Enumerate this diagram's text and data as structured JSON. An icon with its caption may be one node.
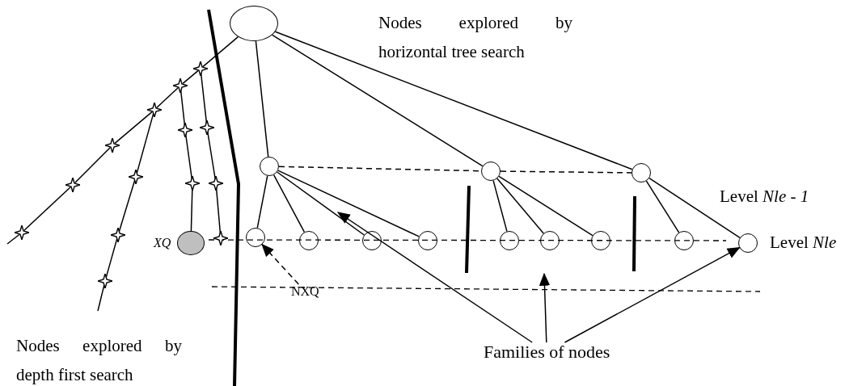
{
  "diagram": {
    "nodes": [
      {
        "text": [],
        "shape": "ellipse"
      },
      {
        "text": [],
        "shape": "circle"
      },
      {
        "text": [],
        "shape": "circle"
      },
      {
        "text": [],
        "shape": "circle"
      },
      {
        "text": [],
        "shape": "circle"
      },
      {
        "text": [],
        "shape": "circle"
      },
      {
        "text": [],
        "shape": "circle"
      },
      {
        "text": [],
        "shape": "circle"
      },
      {
        "text": [],
        "shape": "circle"
      },
      {
        "text": [],
        "shape": "circle"
      },
      {
        "text": [],
        "shape": "circle"
      },
      {
        "text": [],
        "shape": "circle"
      },
      {
        "text": [],
        "shape": "circle"
      },
      {
        "text": [],
        "shape": "star"
      },
      {
        "text": [],
        "shape": "star"
      },
      {
        "text": [],
        "shape": "star"
      },
      {
        "text": [],
        "shape": "star"
      },
      {
        "text": [],
        "shape": "star"
      },
      {
        "text": [],
        "shape": "star"
      },
      {
        "text": [],
        "shape": "star"
      },
      {
        "text": [],
        "shape": "star"
      },
      {
        "text": [],
        "shape": "star"
      },
      {
        "text": [],
        "shape": "star"
      },
      {
        "text": [],
        "shape": "star"
      },
      {
        "text": [],
        "shape": "circle",
        "beside": [
          "XQ"
        ]
      },
      {
        "text": [],
        "shape": "star"
      },
      {
        "text": [],
        "shape": "star"
      },
      {
        "text": [],
        "shape": "star"
      },
      {
        "text": [
          "NXQ"
        ]
      },
      {
        "text": [
          "Families of nodes"
        ]
      }
    ],
    "edges": [
      {
        "from": 0,
        "to": 1,
        "arrow": "none"
      },
      {
        "from": 0,
        "to": 2,
        "arrow": "none"
      },
      {
        "from": 0,
        "to": 3,
        "arrow": "none"
      },
      {
        "from": 1,
        "to": 2,
        "arrow": "none",
        "style": "dashed"
      },
      {
        "from": 2,
        "to": 3,
        "arrow": "none",
        "style": "dashed"
      },
      {
        "from": 1,
        "to": 4,
        "arrow": "none"
      },
      {
        "from": 1,
        "to": 5,
        "arrow": "none"
      },
      {
        "from": 1,
        "to": 6,
        "arrow": "none"
      },
      {
        "from": 1,
        "to": 7,
        "arrow": "none"
      },
      {
        "from": 2,
        "to": 8,
        "arrow": "none"
      },
      {
        "from": 2,
        "to": 9,
        "arrow": "none"
      },
      {
        "from": 2,
        "to": 10,
        "arrow": "none"
      },
      {
        "from": 3,
        "to": 11,
        "arrow": "none"
      },
      {
        "from": 3,
        "to": 12,
        "arrow": "none"
      },
      {
        "from": 0,
        "to": 13,
        "arrow": "none"
      },
      {
        "from": 13,
        "to": 14,
        "arrow": "none"
      },
      {
        "from": 14,
        "to": 15,
        "arrow": "none"
      },
      {
        "from": 15,
        "to": 16,
        "arrow": "none"
      },
      {
        "from": 16,
        "to": 17,
        "arrow": "none"
      },
      {
        "from": 17,
        "to": 18,
        "arrow": "none"
      },
      {
        "from": 18,
        "to": null,
        "arrow": "none"
      },
      {
        "from": 15,
        "to": 19,
        "arrow": "none"
      },
      {
        "from": 19,
        "to": 20,
        "arrow": "none"
      },
      {
        "from": 20,
        "to": 21,
        "arrow": "none"
      },
      {
        "from": 21,
        "to": null,
        "arrow": "none"
      },
      {
        "from": 14,
        "to": 22,
        "arrow": "none"
      },
      {
        "from": 22,
        "to": 23,
        "arrow": "none"
      },
      {
        "from": 23,
        "to": 24,
        "arrow": "none"
      },
      {
        "from": 13,
        "to": 25,
        "arrow": "none"
      },
      {
        "from": 25,
        "to": 26,
        "arrow": "none"
      },
      {
        "from": 26,
        "to": 27,
        "arrow": "none"
      },
      {
        "from": 28,
        "to": 4,
        "arrow": "to",
        "style": "dashed"
      },
      {
        "from": 29,
        "to": null,
        "arrow": "to"
      },
      {
        "from": 29,
        "to": null,
        "arrow": "to"
      },
      {
        "from": 29,
        "to": 12,
        "arrow": "to"
      }
    ],
    "labels": [
      "Nodes explored by horizontal tree search",
      "Level *Nle - 1*",
      "Level *Nle*",
      "Nodes explored by depth first search"
    ]
  }
}
